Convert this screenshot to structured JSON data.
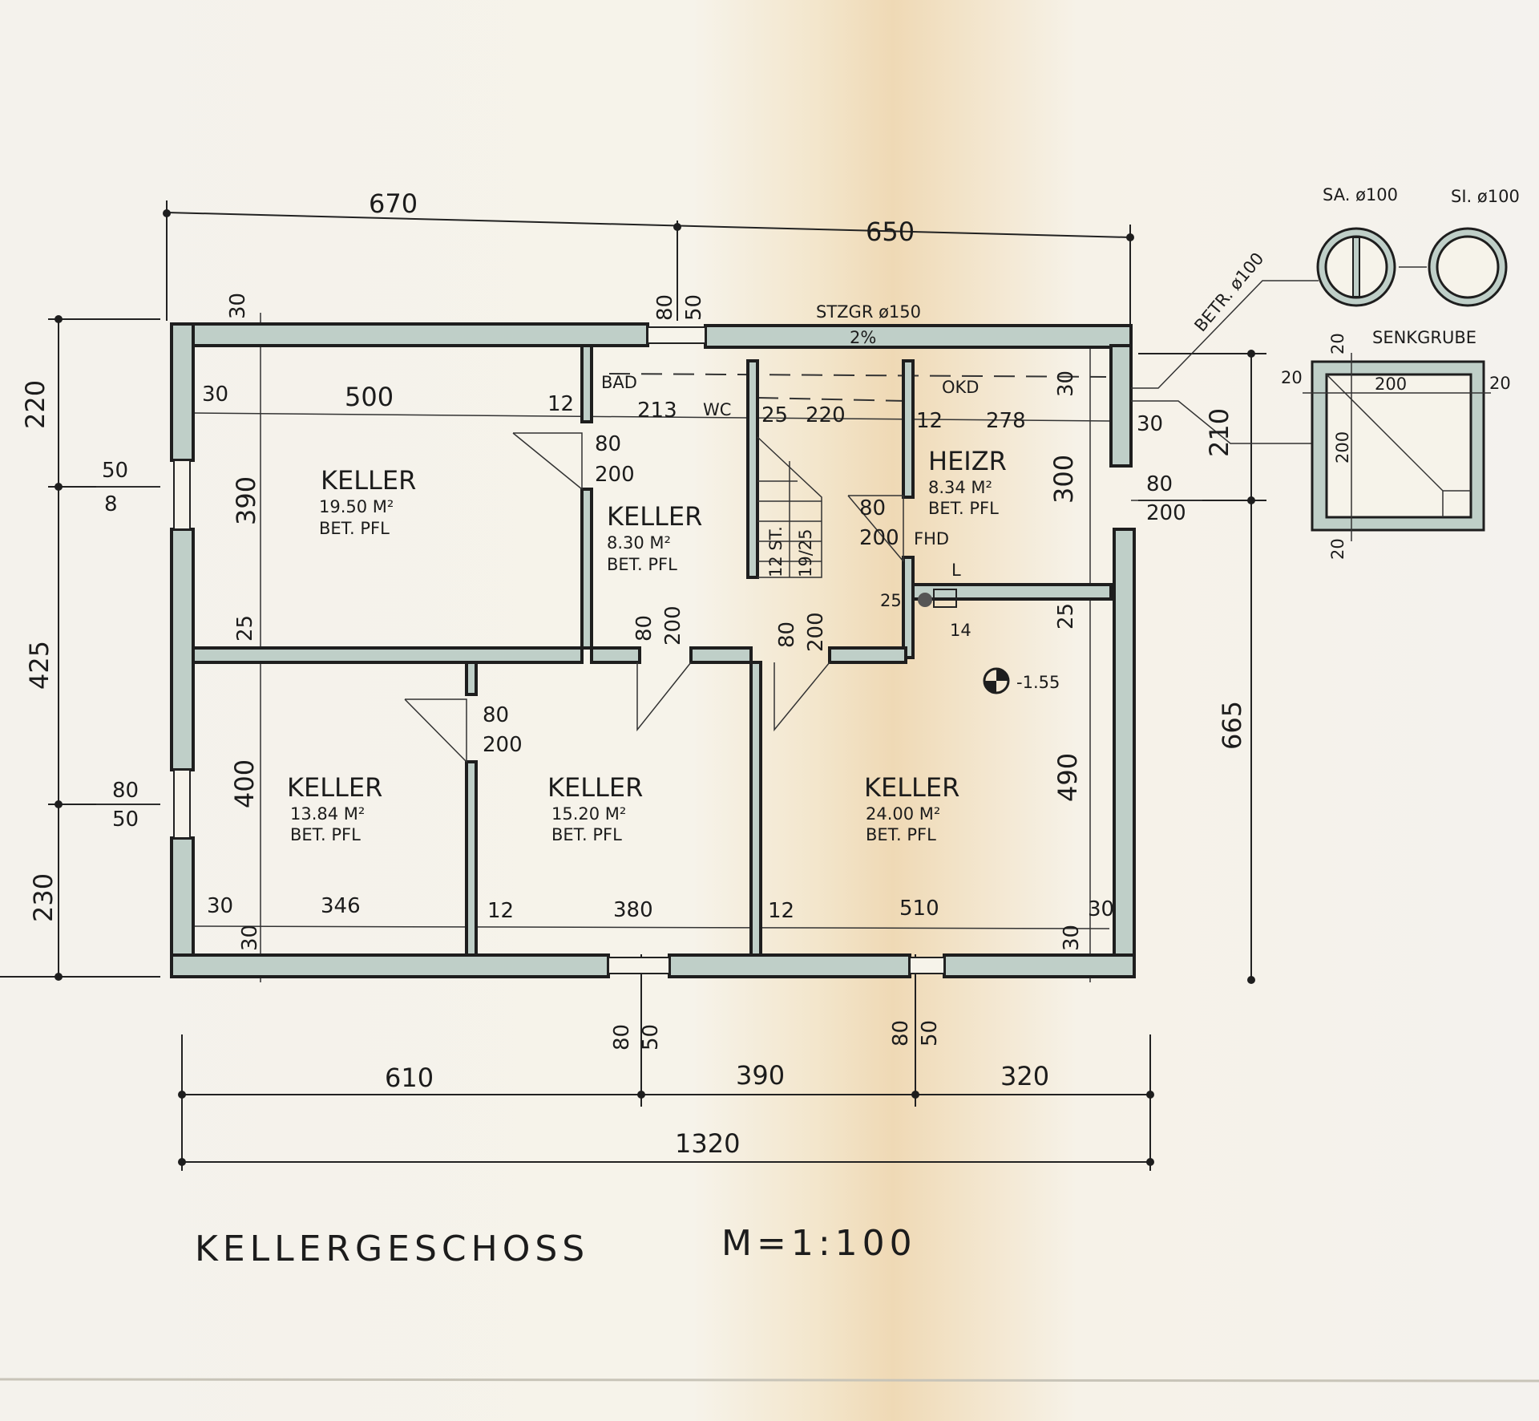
{
  "title": "KELLERGESCHOSS",
  "scale": "M=1:100",
  "dims": {
    "top_left": "670",
    "top_right": "650",
    "bottom_a": "610",
    "bottom_b": "390",
    "bottom_c": "320",
    "bottom_total": "1320",
    "left_a": "220",
    "left_b": "425",
    "left_c": "230",
    "right_total": "665",
    "right_top": "210"
  },
  "rooms": [
    {
      "name": "KELLER",
      "area": "19.50 M²",
      "floor": "BET. PFL"
    },
    {
      "name": "KELLER",
      "area": "8.30 M²",
      "floor": "BET. PFL"
    },
    {
      "name": "HEIZR",
      "area": "8.34 M²",
      "floor": "BET. PFL"
    },
    {
      "name": "KELLER",
      "area": "13.84 M²",
      "floor": "BET. PFL"
    },
    {
      "name": "KELLER",
      "area": "15.20 M²",
      "floor": "BET. PFL"
    },
    {
      "name": "KELLER",
      "area": "24.00 M²",
      "floor": "BET. PFL"
    }
  ],
  "labels": {
    "bad": "BAD",
    "wc": "WC",
    "stzgr": "STZGR ø150",
    "slope": "2%",
    "okd": "OKD",
    "fhd": "FHD",
    "l": "L",
    "level": "-1.55",
    "betr": "BETR. ø100",
    "sa": "SA. ø100",
    "si": "SI. ø100",
    "senkgrube": "SENKGRUBE",
    "stairs_count": "12 ST.",
    "stairs_ratio": "19/25"
  },
  "inner": {
    "d30": "30",
    "d500": "500",
    "d12": "12",
    "d213": "213",
    "d25": "25",
    "d220": "220",
    "d278": "278",
    "d390": "390",
    "d300": "300",
    "d80": "80",
    "d50": "50",
    "d8": "8",
    "d200": "200",
    "d14": "14",
    "d490": "490",
    "d400": "400",
    "d346": "346",
    "d380": "380",
    "d510": "510",
    "d20": "20"
  }
}
